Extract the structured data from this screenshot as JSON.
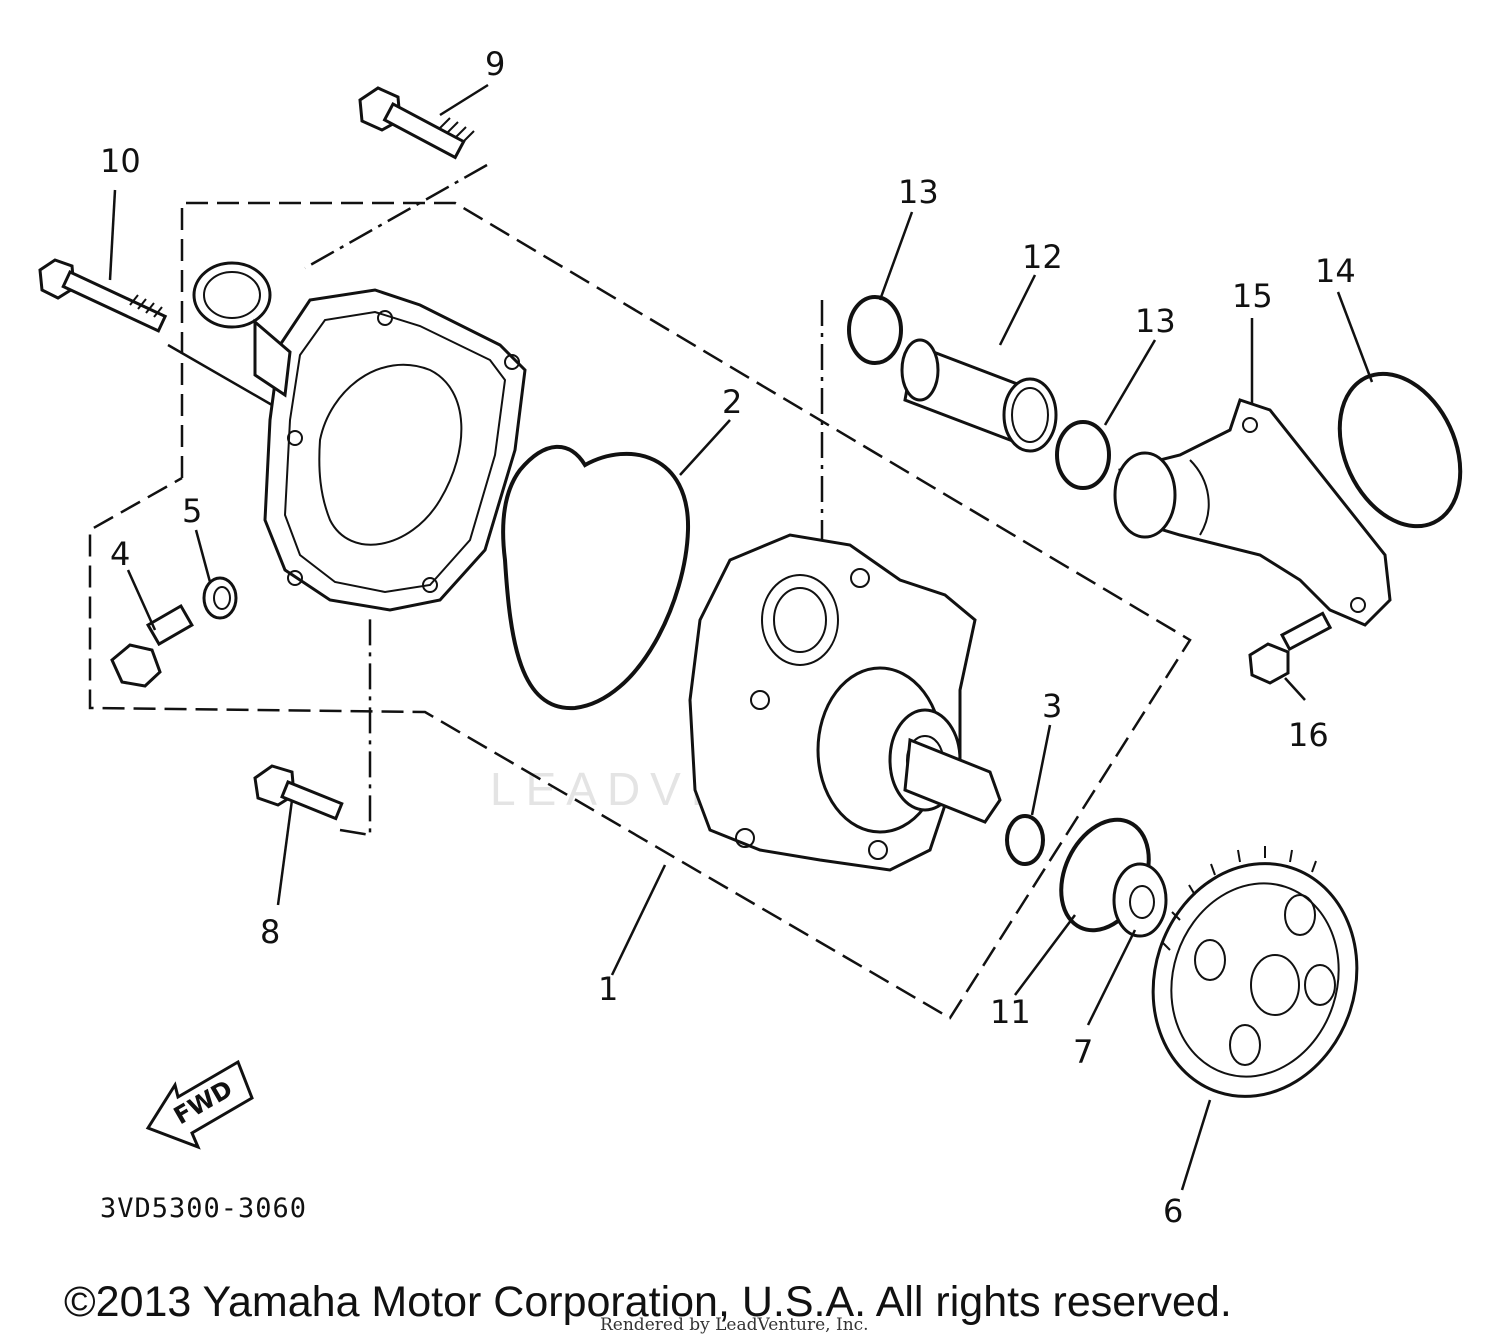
{
  "diagram": {
    "callouts": {
      "c1": "1",
      "c2": "2",
      "c3": "3",
      "c4": "4",
      "c5": "5",
      "c6": "6",
      "c7": "7",
      "c8": "8",
      "c9": "9",
      "c10": "10",
      "c11": "11",
      "c12": "12",
      "c13a": "13",
      "c13b": "13",
      "c14": "14",
      "c15": "15",
      "c16": "16"
    },
    "direction_arrow_label": "FWD",
    "diagram_code": "3VD5300-3060"
  },
  "footer": {
    "copyright": "©2013 Yamaha Motor Corporation, U.S.A. All rights reserved.",
    "rendered_by": "Rendered by LeadVenture, Inc."
  },
  "watermark": {
    "text": "LEADVENTURE"
  }
}
